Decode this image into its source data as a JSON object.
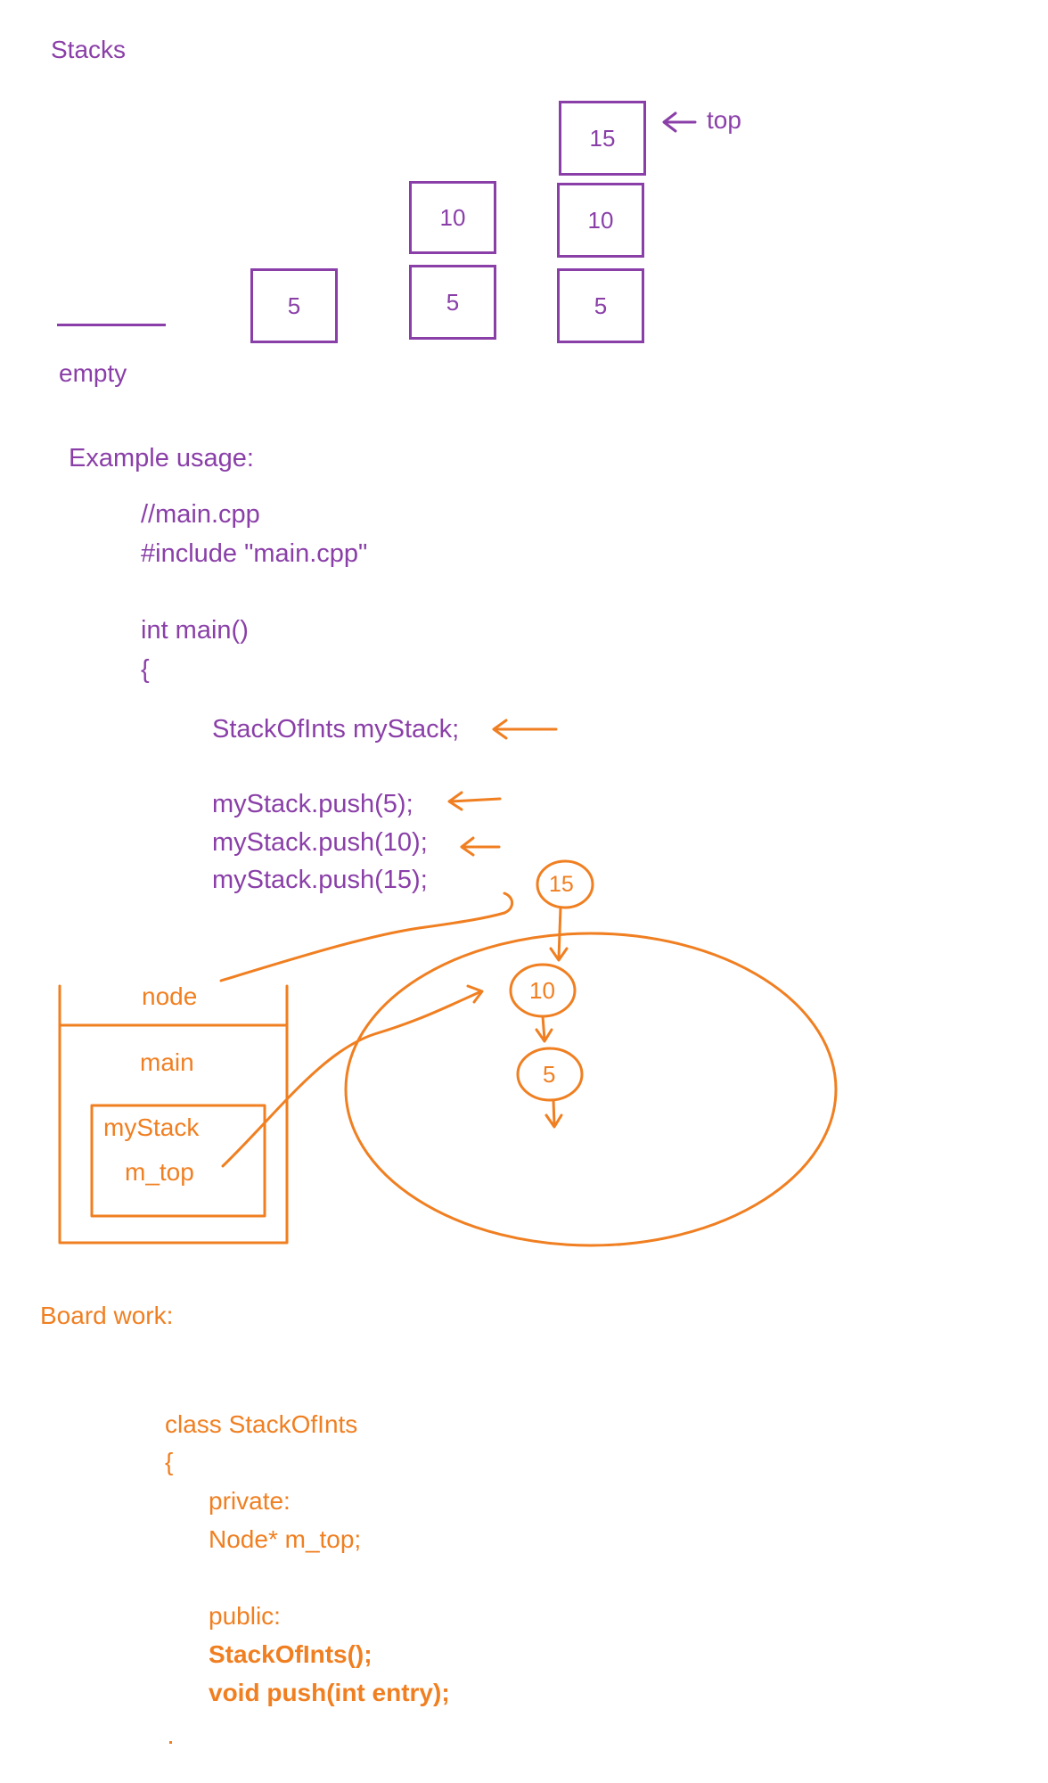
{
  "title": "Stacks",
  "stack_diagram": {
    "empty_label": "empty",
    "stack1": [
      "5"
    ],
    "stack2": [
      "10",
      "5"
    ],
    "stack3": [
      "15",
      "10",
      "5"
    ],
    "top_label": "top"
  },
  "example": {
    "heading": "Example usage:",
    "code": [
      "//main.cpp",
      "#include \"main.cpp\"",
      "int main()",
      "{",
      "StackOfInts myStack;",
      "myStack.push(5);",
      "myStack.push(10);",
      "myStack.push(15);"
    ]
  },
  "memory_diagram": {
    "node_label": "node",
    "main_label": "main",
    "mystack_label": "myStack",
    "mtop_label": "m_top",
    "nodes": [
      "15",
      "10",
      "5"
    ]
  },
  "board": {
    "heading": "Board work:",
    "code": [
      "class StackOfInts",
      "{",
      "private:",
      "Node* m_top;",
      "public:",
      "StackOfInts();",
      "void push(int entry);"
    ]
  },
  "colors": {
    "purple": "#8a3fa8",
    "orange": "#f07f21"
  }
}
